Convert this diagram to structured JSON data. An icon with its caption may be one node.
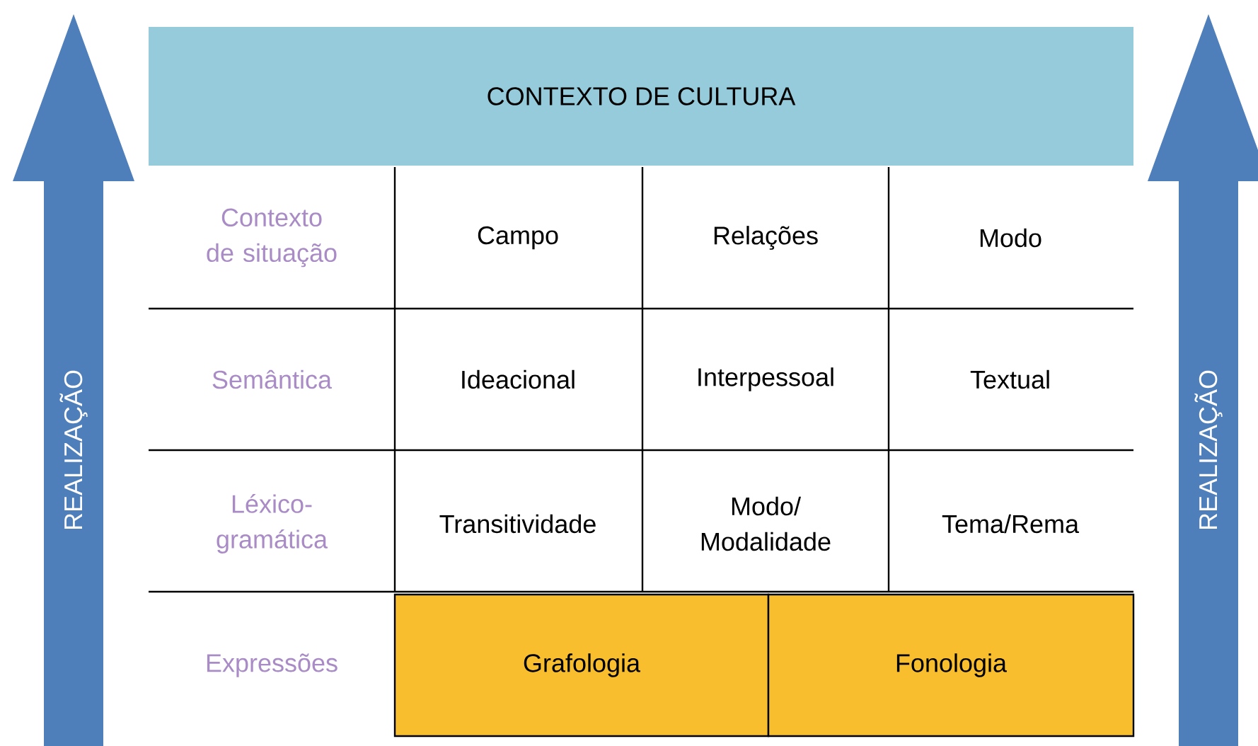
{
  "diagram": {
    "nodes": [
      {
        "text": [
          "REALIZAÇÃO"
        ]
      },
      {
        "text": [
          "CONTEXTO DE CULTURA"
        ]
      },
      {
        "text": [
          "Grafologia"
        ]
      },
      {
        "text": [
          "Fonologia"
        ]
      },
      {
        "text": [
          "REALIZAÇÃO"
        ]
      }
    ],
    "edges": [],
    "labels": [
      "Contexto de situação",
      "Campo",
      "Relações",
      "Modo",
      "Semântica",
      "Ideacional",
      "Interpessoal",
      "Textual",
      "Léxico-gramática",
      "Transitividade",
      "Modo/ Modalidade",
      "Tema/Rema",
      "Expressões"
    ]
  }
}
